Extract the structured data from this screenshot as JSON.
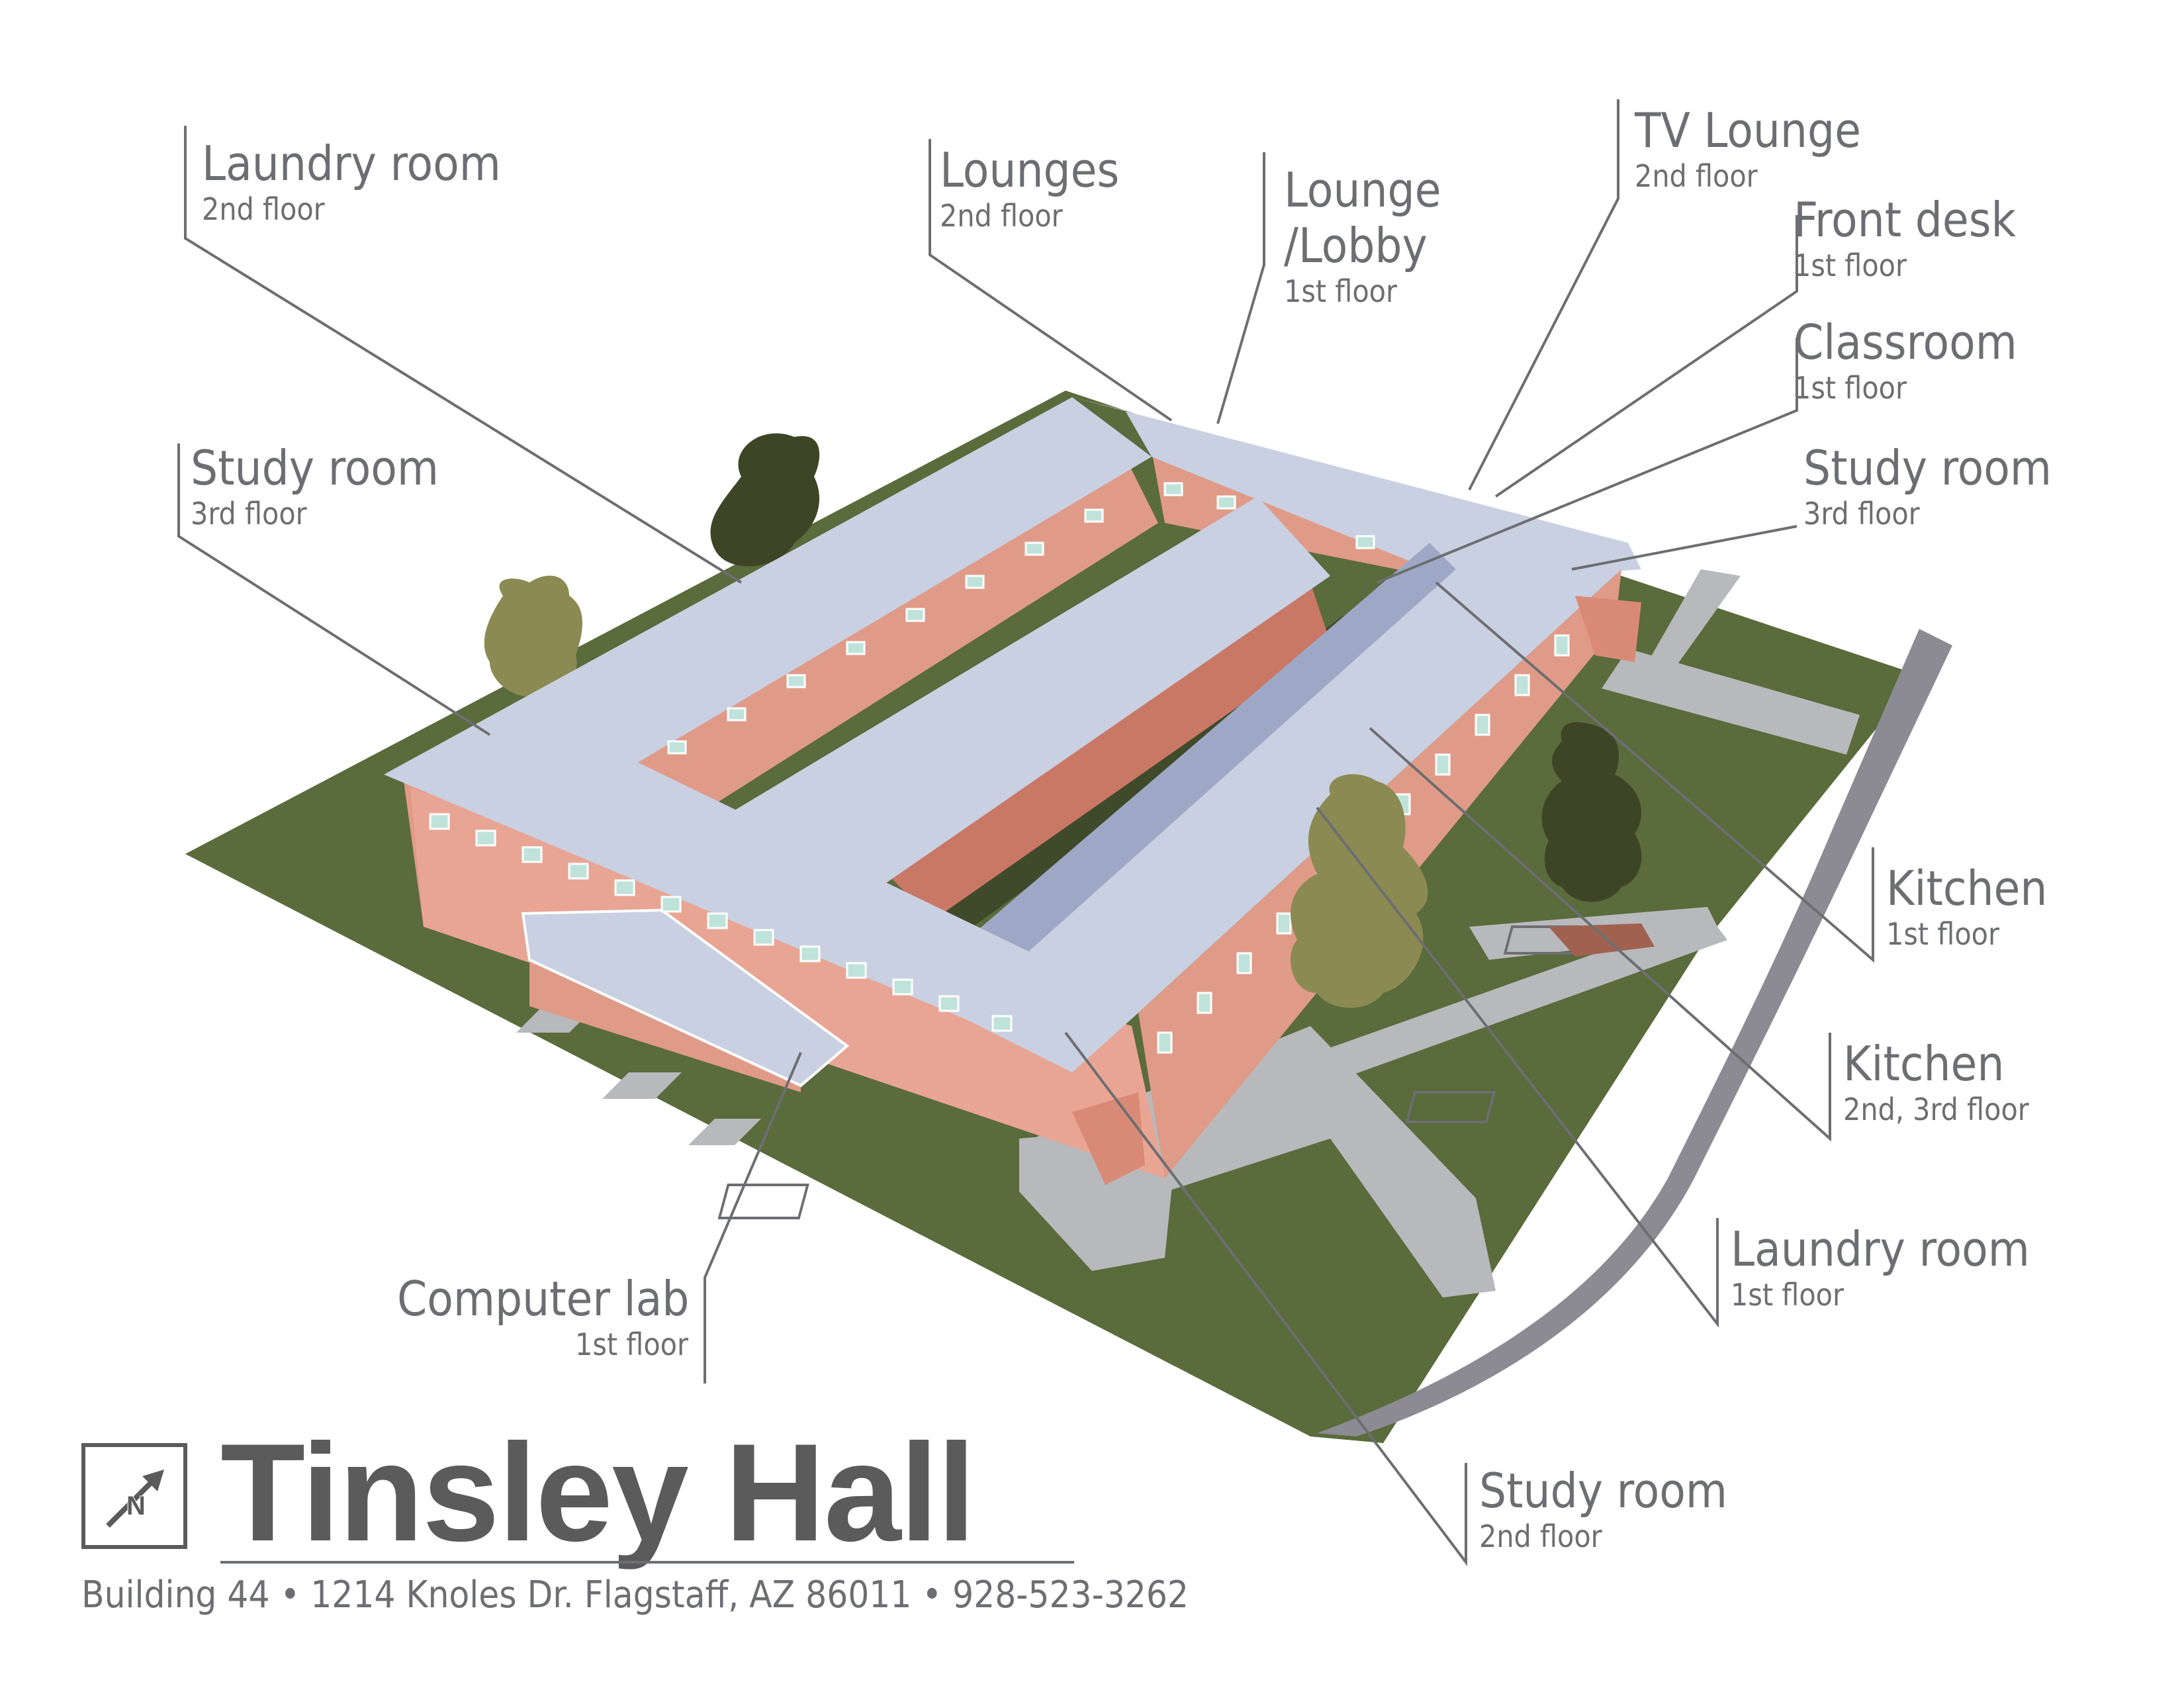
{
  "title": "Tinsley Hall",
  "address": "Building 44 • 1214 Knoles Dr. Flagstaff, AZ 86011  •  928-523-3262",
  "compass_letter": "N",
  "colors": {
    "grass": "#5a6b3c",
    "brick": "#e09b88",
    "brick_dark": "#c97866",
    "roof": "#c9d0e2",
    "roof_dark": "#9ea8c6",
    "path": "#b8b9bc",
    "road": "#8c8b93",
    "leader": "#6d6e71",
    "text": "#6d6e71"
  },
  "labels": [
    {
      "id": "laundry-room-2nd",
      "name": "Laundry room",
      "floor": "2nd floor"
    },
    {
      "id": "lounges-2nd",
      "name": "Lounges",
      "floor": "2nd floor"
    },
    {
      "id": "lounge-lobby-1st",
      "name": "Lounge\n/Lobby",
      "floor": "1st floor"
    },
    {
      "id": "tv-lounge-2nd",
      "name": "TV Lounge",
      "floor": "2nd floor"
    },
    {
      "id": "front-desk-1st",
      "name": "Front desk",
      "floor": "1st floor"
    },
    {
      "id": "classroom-1st",
      "name": "Classroom",
      "floor": "1st floor"
    },
    {
      "id": "study-room-3rd-left",
      "name": "Study room",
      "floor": "3rd floor"
    },
    {
      "id": "study-room-3rd-right",
      "name": "Study room",
      "floor": "3rd floor"
    },
    {
      "id": "kitchen-1st",
      "name": "Kitchen",
      "floor": "1st floor"
    },
    {
      "id": "kitchen-2nd-3rd",
      "name": "Kitchen",
      "floor": "2nd, 3rd floor"
    },
    {
      "id": "laundry-room-1st",
      "name": "Laundry room",
      "floor": "1st floor"
    },
    {
      "id": "computer-lab-1st",
      "name": "Computer lab",
      "floor": "1st floor"
    },
    {
      "id": "study-room-2nd",
      "name": "Study room",
      "floor": "2nd floor"
    }
  ]
}
